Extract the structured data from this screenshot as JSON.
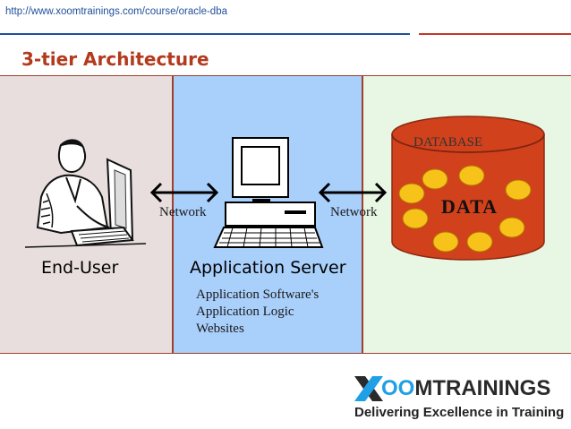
{
  "header": {
    "url": "http://www.xoomtrainings.com/course/oracle-dba"
  },
  "slide": {
    "title": "3-tier Architecture"
  },
  "tiers": {
    "client": {
      "label": "End-User"
    },
    "application": {
      "label": "Application Server",
      "features": [
        "Application Software's",
        "Application Logic",
        "Websites"
      ]
    },
    "database": {
      "caption": "DATABASE",
      "content": "DATA"
    }
  },
  "links": {
    "left": {
      "label": "Network"
    },
    "right": {
      "label": "Network"
    }
  },
  "logo": {
    "word_prefix": "X",
    "word_oo": "OO",
    "word_suffix": "MTRAININGS",
    "tagline": "Delivering Excellence in Training"
  },
  "colors": {
    "header_blue": "#1f4f9c",
    "accent_red": "#c0392b",
    "title_red": "#b33a1c",
    "panel_left": "#e8dede",
    "panel_middle": "#a9cffb",
    "panel_right": "#e8f7e3",
    "database_red": "#d1411b",
    "database_node": "#f7c21a",
    "logo_blue": "#1fa0e6"
  },
  "icons": {
    "client": "user-at-computer-icon",
    "server": "desktop-computer-icon",
    "database": "database-cylinder-icon",
    "links": "double-arrow-icon"
  }
}
